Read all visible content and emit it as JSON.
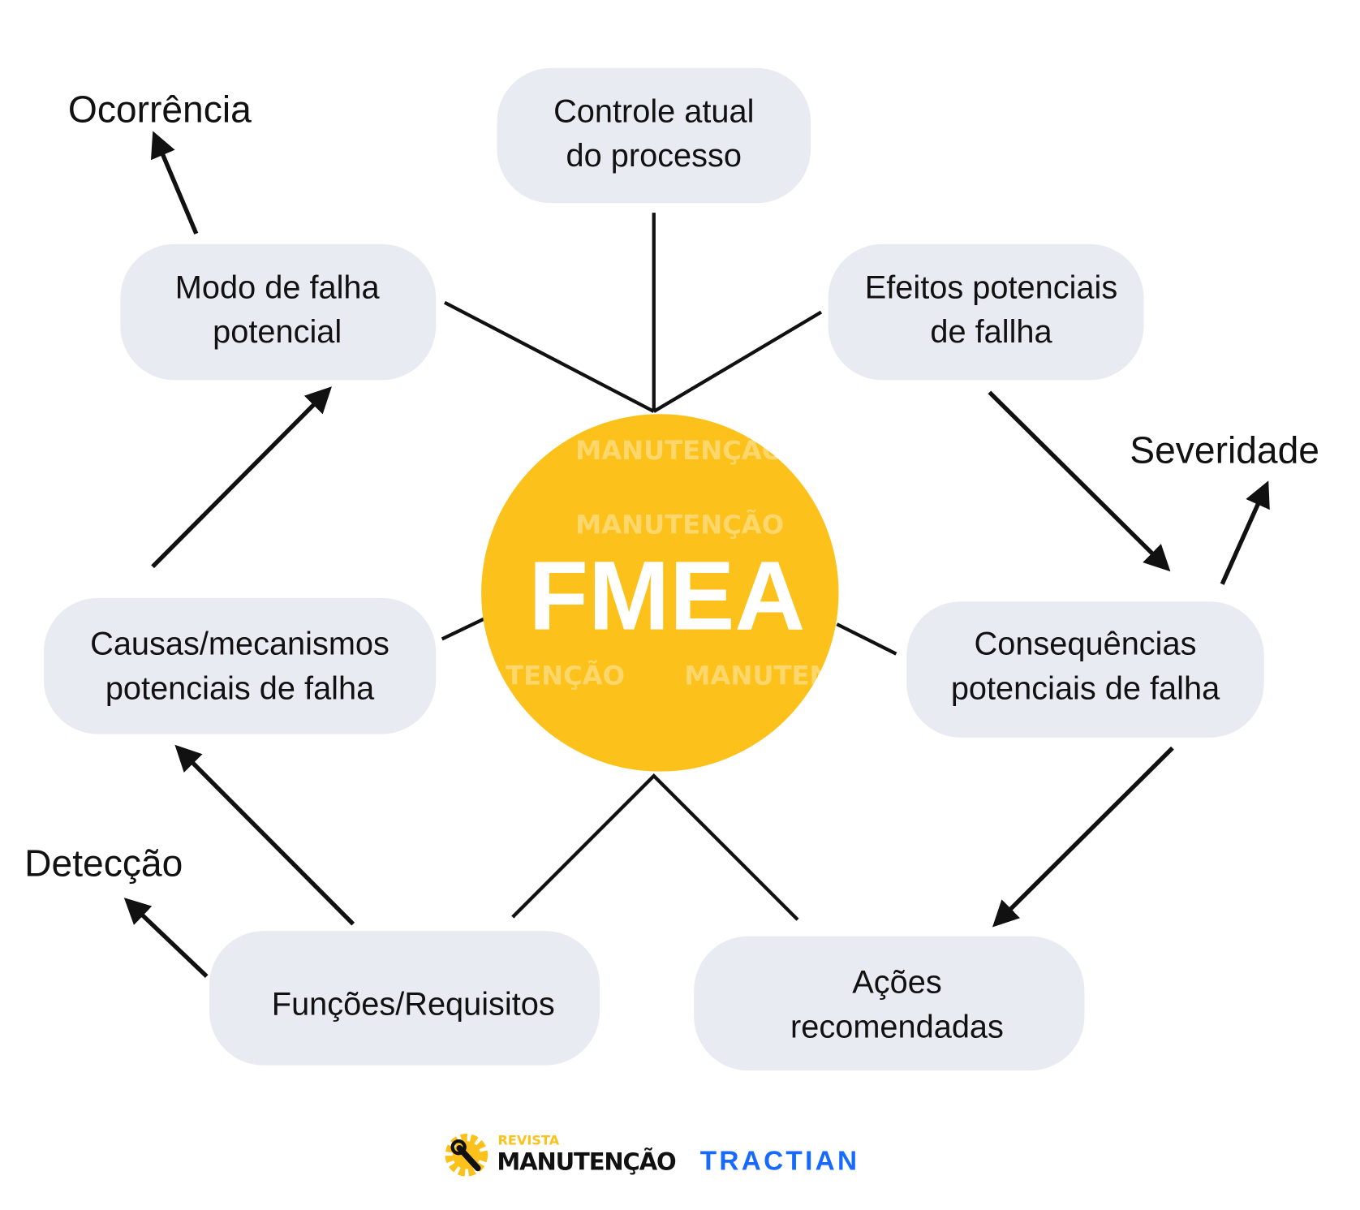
{
  "center": {
    "label": "FMEA",
    "color": "#fcc21b"
  },
  "nodes": {
    "controle": [
      "Controle atual",
      "do processo"
    ],
    "modo": [
      "Modo de falha",
      "potencial"
    ],
    "efeitos": [
      "Efeitos potenciais",
      "de fallha"
    ],
    "causas": [
      "Causas/mecanismos",
      "potenciais de falha"
    ],
    "consequencias": [
      "Consequências",
      "potenciais de falha"
    ],
    "funcoes": [
      "Funções/Requisitos"
    ],
    "acoes": [
      "Ações",
      "recomendadas"
    ]
  },
  "outputs": {
    "ocorrencia": "Ocorrência",
    "severidade": "Severidade",
    "deteccao": "Detecção"
  },
  "logos": {
    "revista_top": "REVISTA",
    "revista_main": "MANUTENÇÃO",
    "tractian": "TRACTIAN",
    "tractian_color": "#1769ff",
    "revista_color": "#fcc21b"
  }
}
